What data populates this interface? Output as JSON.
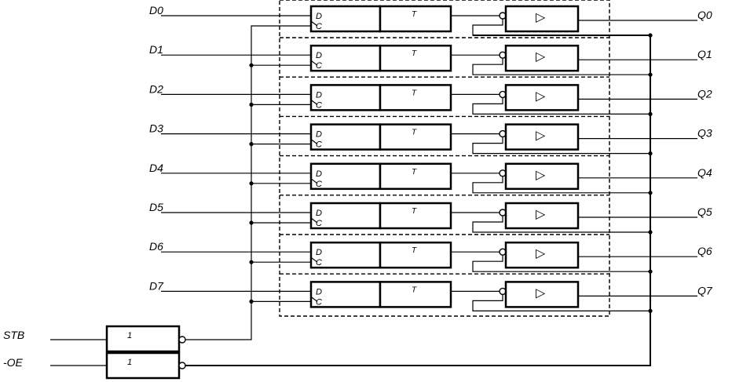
{
  "diagram": {
    "inputs": [
      "D0",
      "D1",
      "D2",
      "D3",
      "D4",
      "D5",
      "D6",
      "D7"
    ],
    "outputs": [
      "Q0",
      "Q1",
      "Q2",
      "Q3",
      "Q4",
      "Q5",
      "Q6",
      "Q7"
    ],
    "latch": {
      "d_label": "D",
      "c_label": "C",
      "t_label": "T"
    },
    "buffer_symbol": "▷",
    "control": [
      {
        "name": "STB",
        "gate_label": "1"
      },
      {
        "name": "-OE",
        "gate_label": "1"
      }
    ]
  }
}
